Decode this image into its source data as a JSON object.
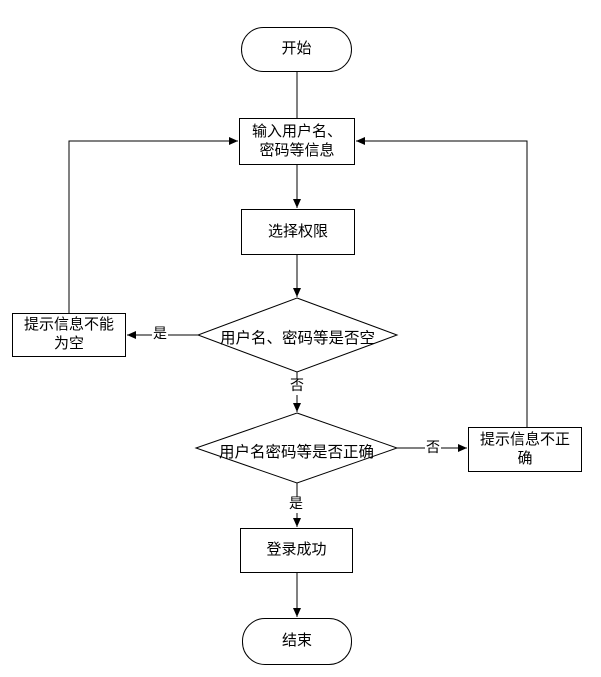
{
  "flowchart": {
    "background_color": "#ffffff",
    "stroke_color": "#000000",
    "text_color": "#000000",
    "nodes": {
      "start": {
        "type": "terminator",
        "label": "开始"
      },
      "input_info": {
        "type": "process",
        "label": "输入用户名、\n密码等信息"
      },
      "select_permission": {
        "type": "process",
        "label": "选择权限"
      },
      "check_empty": {
        "type": "decision",
        "label": "用户名、密码等是否空"
      },
      "prompt_empty": {
        "type": "process",
        "label": "提示信息不能\n为空"
      },
      "check_correct": {
        "type": "decision",
        "label": "用户名密码等是否正确"
      },
      "prompt_incorrect": {
        "type": "process",
        "label": "提示信息不正\n确"
      },
      "login_success": {
        "type": "process",
        "label": "登录成功"
      },
      "end": {
        "type": "terminator",
        "label": "结束"
      }
    },
    "edges": [
      {
        "from": "start",
        "to": "input_info",
        "label": ""
      },
      {
        "from": "input_info",
        "to": "select_permission",
        "label": ""
      },
      {
        "from": "select_permission",
        "to": "check_empty",
        "label": ""
      },
      {
        "from": "check_empty",
        "to": "prompt_empty",
        "label": "是"
      },
      {
        "from": "check_empty",
        "to": "check_correct",
        "label": "否"
      },
      {
        "from": "prompt_empty",
        "to": "input_info",
        "label": ""
      },
      {
        "from": "check_correct",
        "to": "prompt_incorrect",
        "label": "否"
      },
      {
        "from": "check_correct",
        "to": "login_success",
        "label": "是"
      },
      {
        "from": "prompt_incorrect",
        "to": "input_info",
        "label": ""
      },
      {
        "from": "login_success",
        "to": "end",
        "label": ""
      }
    ]
  }
}
